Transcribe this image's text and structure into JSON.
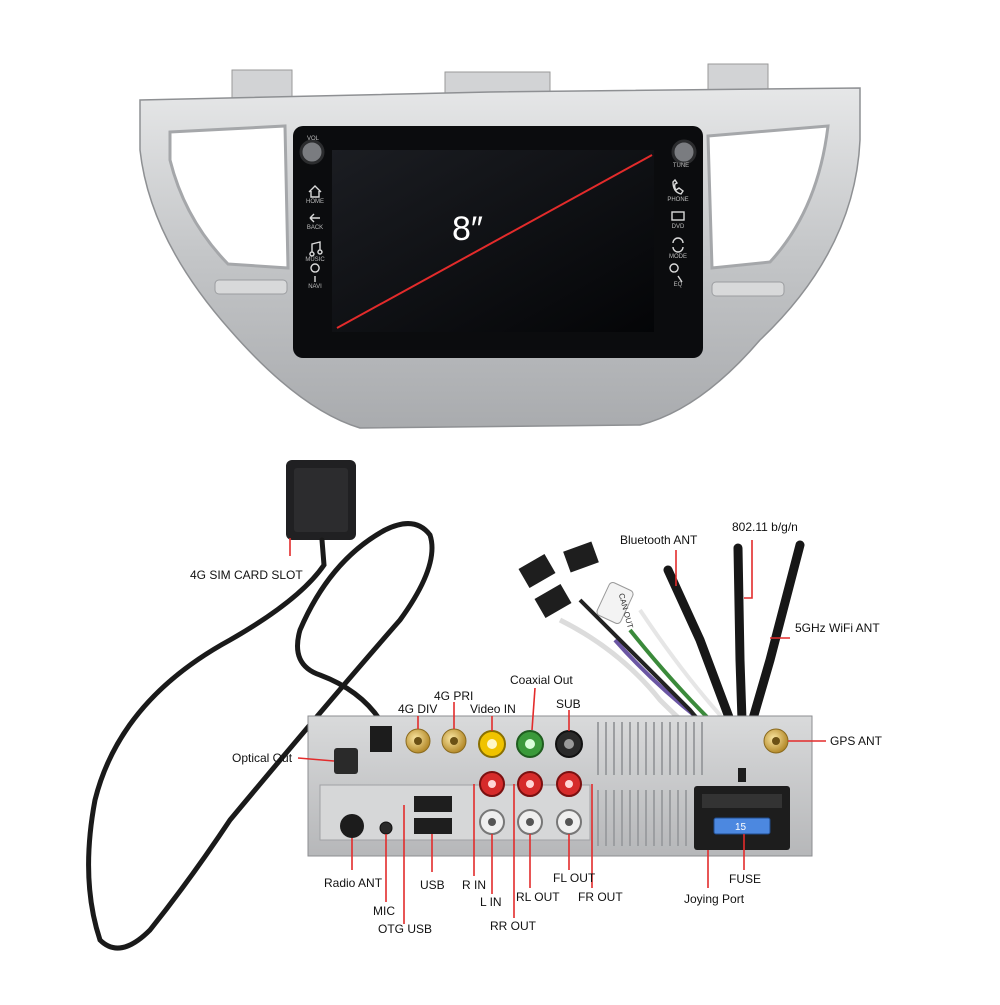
{
  "colors": {
    "accent": "#e32b2b",
    "panel": "#c9cbcd",
    "screen": "#050608",
    "chassis": "#c2c3c5",
    "cable": "#1a1a1a"
  },
  "display": {
    "size_label": "8″",
    "left_buttons": [
      {
        "icon": "home-icon",
        "label": "HOME"
      },
      {
        "icon": "back-icon",
        "label": "BACK"
      },
      {
        "icon": "music-icon",
        "label": "MUSIC"
      },
      {
        "icon": "navi-icon",
        "label": "NAVI"
      }
    ],
    "right_buttons": [
      {
        "icon": "phone-icon",
        "label": "PHONE"
      },
      {
        "icon": "dvd-icon",
        "label": "DVD"
      },
      {
        "icon": "mode-icon",
        "label": "MODE"
      },
      {
        "icon": "eq-icon",
        "label": "EQ"
      }
    ],
    "knob_labels": {
      "vol": "VOL",
      "tune": "TUNE"
    }
  },
  "labels": {
    "sim_slot": "4G SIM CARD SLOT",
    "bluetooth_ant": "Bluetooth ANT",
    "wifi_24": "802.11 b/g/n",
    "wifi_5": "5GHz WiFi ANT",
    "coaxial_out": "Coaxial Out",
    "g4_div": "4G DIV",
    "g4_pri": "4G PRI",
    "video_in": "Video IN",
    "sub": "SUB",
    "gps_ant": "GPS ANT",
    "optical_out": "Optical Out",
    "radio_ant": "Radio ANT",
    "mic": "MIC",
    "otg_usb": "OTG USB",
    "usb": "USB",
    "r_in": "R IN",
    "l_in": "L IN",
    "rr_out": "RR OUT",
    "rl_out": "RL OUT",
    "fl_out": "FL OUT",
    "fr_out": "FR OUT",
    "joying_port": "Joying Port",
    "fuse": "FUSE"
  },
  "fuse_rating": "15",
  "can_tag": "CAN OUT"
}
